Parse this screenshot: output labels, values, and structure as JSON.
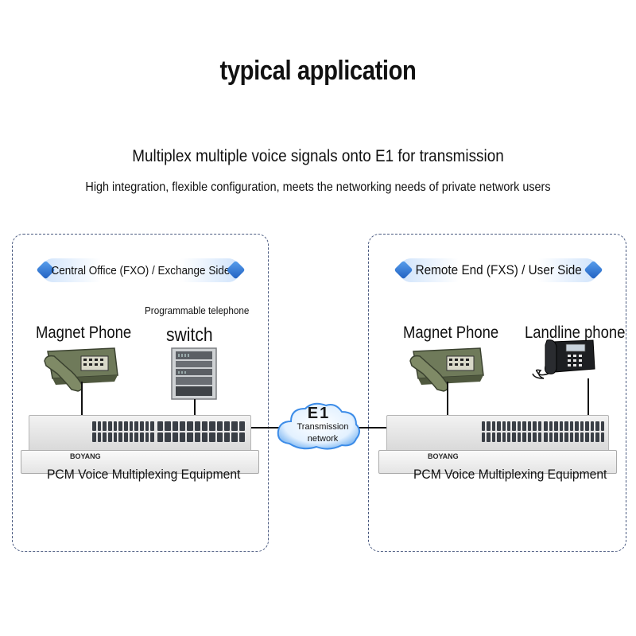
{
  "title": "typical application",
  "subtitle": "Multiplex multiple voice signals onto E1 for transmission",
  "description": "High integration, flexible configuration, meets the networking needs of private network users",
  "left_panel": {
    "badge": "Central Office (FXO) / Exchange Side",
    "magnet_phone": "Magnet Phone",
    "programmable_caption": "Programmable telephone",
    "switch_label": "switch",
    "device_caption": "PCM Voice Multiplexing Equipment",
    "brand": "BOYANG"
  },
  "right_panel": {
    "badge": "Remote End (FXS) / User Side",
    "magnet_phone": "Magnet Phone",
    "landline_phone": "Landline phone",
    "device_caption": "PCM Voice Multiplexing Equipment",
    "brand": "BOYANG"
  },
  "cloud": {
    "e1": "E1",
    "line1": "Transmission",
    "line2": "network"
  },
  "colors": {
    "panel_border": "#4a5a80",
    "badge_accent": "#2f7be0"
  }
}
